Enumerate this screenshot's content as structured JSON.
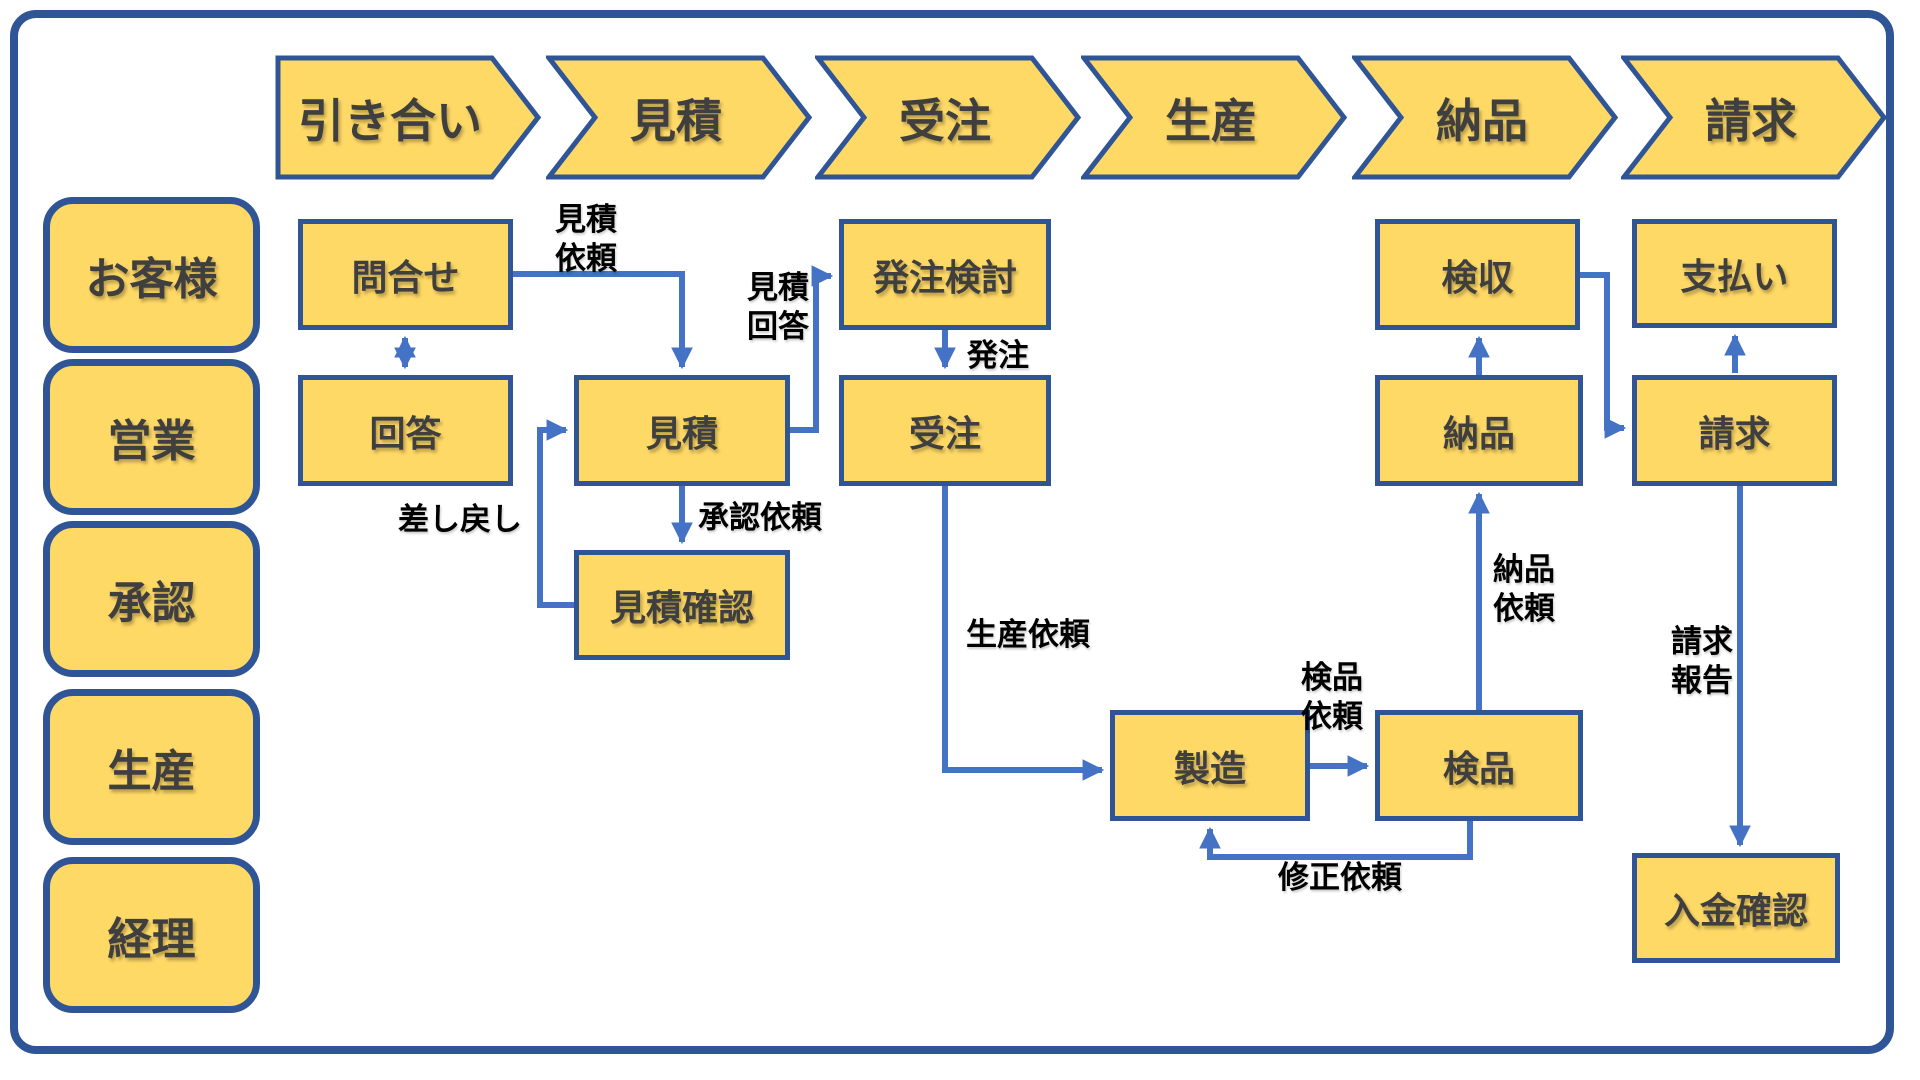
{
  "colors": {
    "border": "#2F5597",
    "fill": "#FFD966",
    "arrow": "#4472C4",
    "box_text": "#3F3F3F",
    "label_text": "#000000"
  },
  "phases": [
    {
      "label": "引き合い"
    },
    {
      "label": "見積"
    },
    {
      "label": "受注"
    },
    {
      "label": "生産"
    },
    {
      "label": "納品"
    },
    {
      "label": "請求"
    }
  ],
  "lanes": [
    {
      "label": "お客様"
    },
    {
      "label": "営業"
    },
    {
      "label": "承認"
    },
    {
      "label": "生産"
    },
    {
      "label": "経理"
    }
  ],
  "boxes": {
    "toiawase": {
      "label": "問合せ"
    },
    "kaito": {
      "label": "回答"
    },
    "mitsumori": {
      "label": "見積"
    },
    "mitsumori_kakunin": {
      "label": "見積確認"
    },
    "hacchu_kento": {
      "label": "発注検討"
    },
    "juchu": {
      "label": "受注"
    },
    "seizo": {
      "label": "製造"
    },
    "kenpin": {
      "label": "検品"
    },
    "nohin": {
      "label": "納品"
    },
    "kenshu": {
      "label": "検収"
    },
    "shiharai": {
      "label": "支払い"
    },
    "seikyu": {
      "label": "請求"
    },
    "nyukin_kakunin": {
      "label": "入金確認"
    }
  },
  "labels": {
    "mitsumori_irai": {
      "lines": [
        "見積",
        "依頼"
      ]
    },
    "mitsumori_kaito": {
      "lines": [
        "見積",
        "回答"
      ]
    },
    "hacchu": {
      "lines": [
        "発注"
      ]
    },
    "shonin_irai": {
      "lines": [
        "承認依頼"
      ]
    },
    "sashimodoshi": {
      "lines": [
        "差し戻し"
      ]
    },
    "seisan_irai": {
      "lines": [
        "生産依頼"
      ]
    },
    "kenpin_irai": {
      "lines": [
        "検品",
        "依頼"
      ]
    },
    "shusei_irai": {
      "lines": [
        "修正依頼"
      ]
    },
    "nohin_irai": {
      "lines": [
        "納品",
        "依頼"
      ]
    },
    "seikyu_hokoku": {
      "lines": [
        "請求",
        "報告"
      ]
    }
  }
}
